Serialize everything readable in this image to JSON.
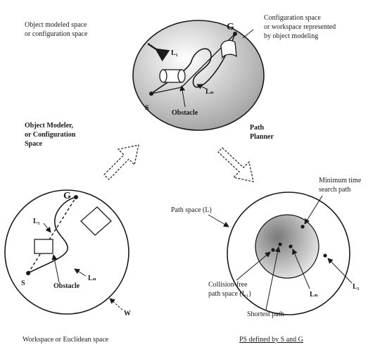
{
  "labels": {
    "top_left_caption": [
      "Object modeled space",
      "or configuration space"
    ],
    "top_right_caption": [
      "Configuration space",
      "or workspace represented",
      "by object modeling"
    ],
    "object_modeler": [
      "Object Modeler,",
      "or Configuration",
      "Space"
    ],
    "path_planner": [
      "Path",
      "Planner"
    ],
    "path_space": "Path space (L)",
    "min_time_path": [
      "Minimum time",
      "search path"
    ],
    "collision_free": [
      "Collision-free",
      "path space (L₁)"
    ],
    "shortest_path": "Shortest path",
    "l_n_right": "Lₙ",
    "l_t_right": "L₁",
    "workspace_caption": "Workspace or Euclidean space",
    "ps_caption": "PS defined by S and G",
    "w_label": "W",
    "top": {
      "goal": "G",
      "start": "S",
      "l1": "L₁",
      "ln": "Lₙ",
      "obstacle": "Obstacle"
    },
    "bottom": {
      "goal": "G",
      "start": "S",
      "l1": "L₁",
      "ln": "Lₙ",
      "obstacle": "Obstacle"
    }
  },
  "colors": {
    "line": "#1a1a1a",
    "shade_dark": "#8c8c8c",
    "shade_light": "#e6e6e6"
  }
}
